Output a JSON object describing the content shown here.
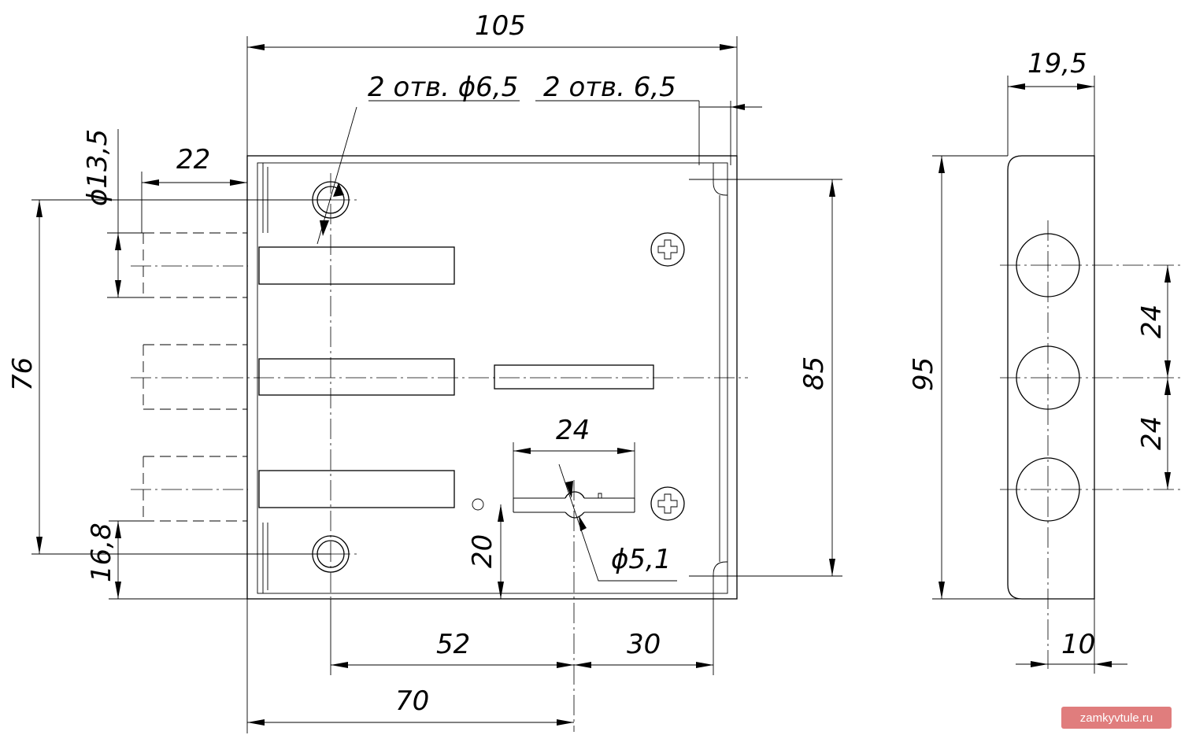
{
  "dimensions": {
    "overall_width": "105",
    "holes_label": "2 отв. ϕ6,5",
    "slots_label": "2 отв. 6,5",
    "bolt_diameter": "ϕ13,5",
    "bolt_projection": "22",
    "bolt_span": "76",
    "bolt_offset": "16,8",
    "mount_height": "85",
    "key_width": "24",
    "key_height": "20",
    "key_hole": "ϕ5,1",
    "left_offset": "52",
    "right_offset": "30",
    "key_from_edge": "70",
    "side_width": "19,5",
    "side_height": "95",
    "side_offset": "10",
    "pitch_upper": "24",
    "pitch_lower": "24"
  },
  "watermark": "zamkyvtule.ru"
}
